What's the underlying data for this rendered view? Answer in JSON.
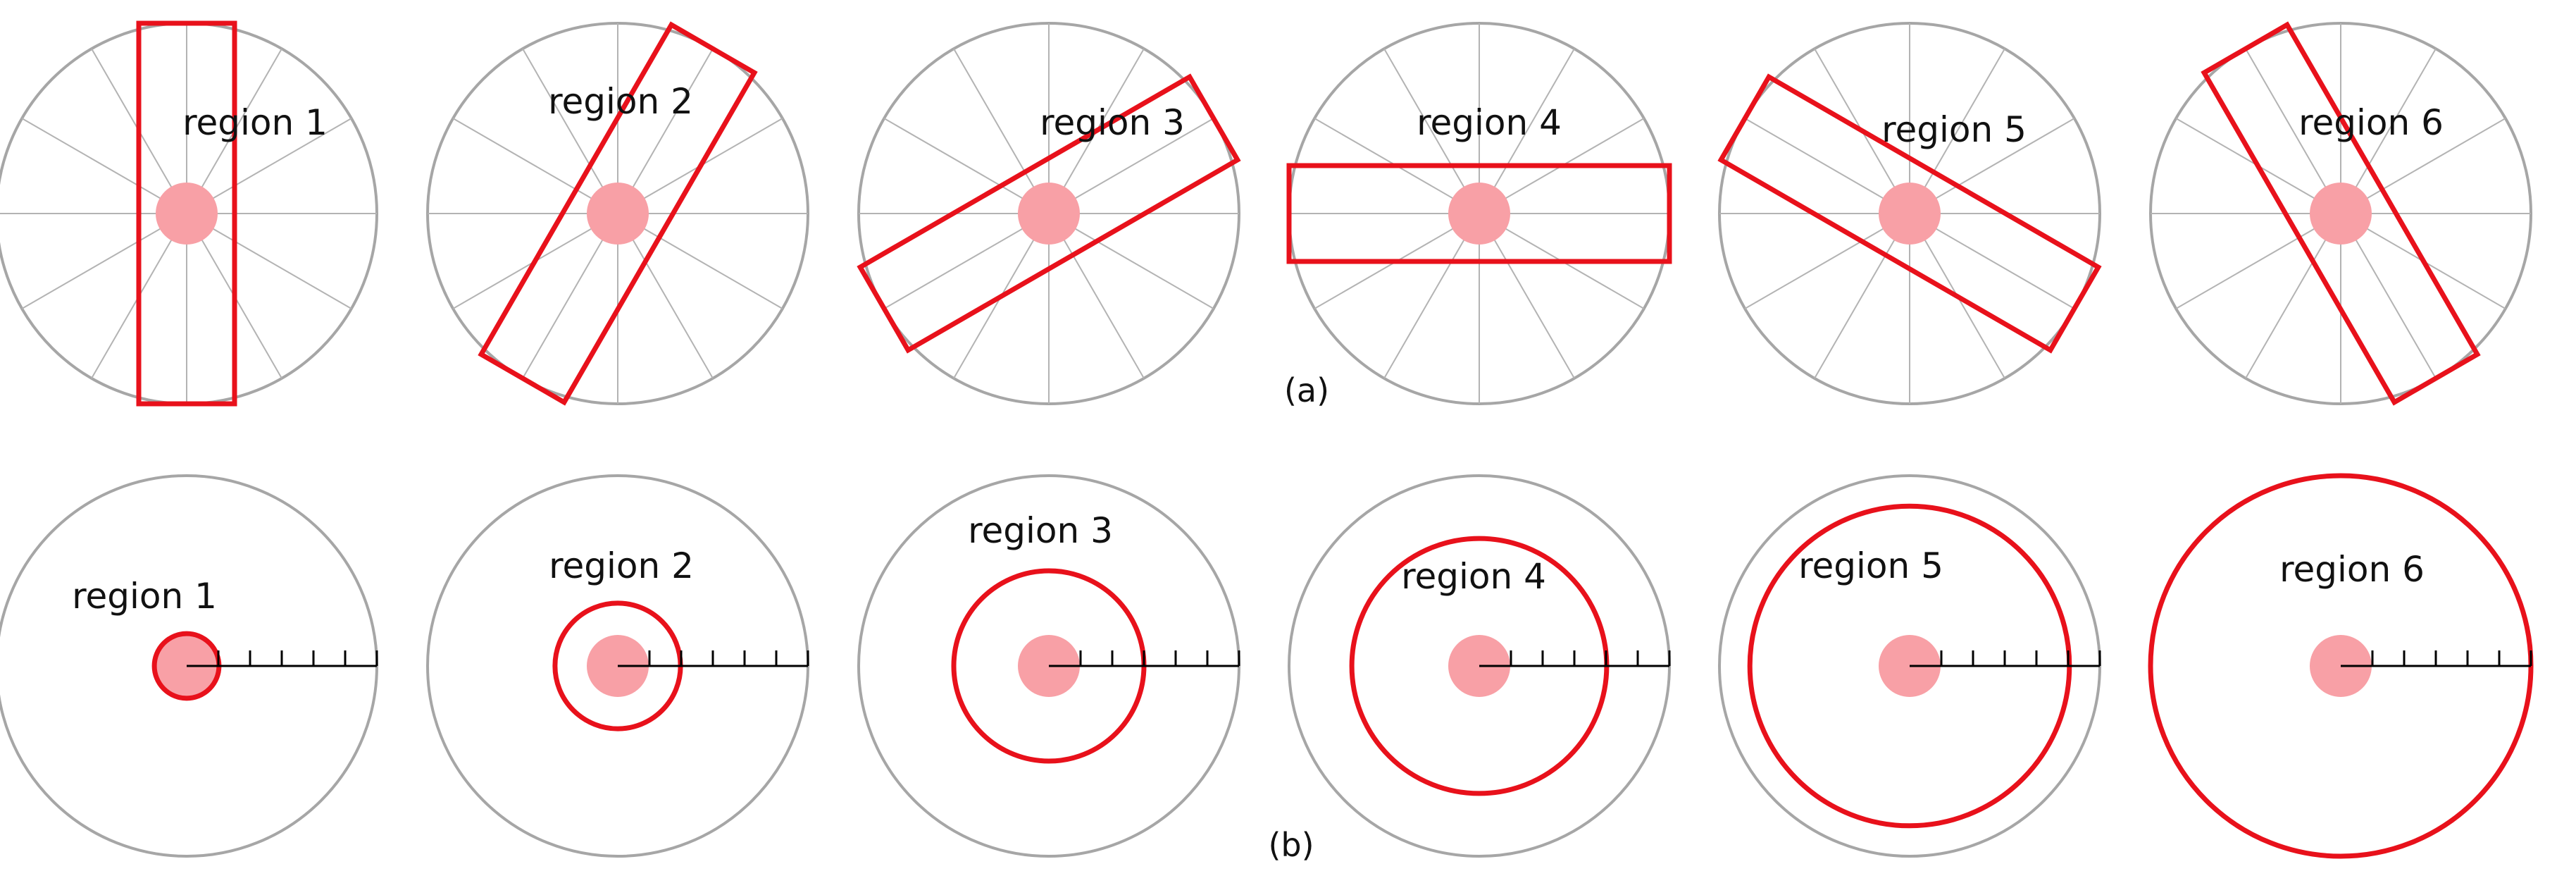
{
  "colors": {
    "outline": "#a6a6a6",
    "spoke": "#b3b3b3",
    "region": "#e8111b",
    "center": "#f8a0a6",
    "tick": "#000000",
    "text": "#111111"
  },
  "row_a": {
    "caption": "(a)",
    "panels": [
      {
        "label": "region 1",
        "angle_deg": 90
      },
      {
        "label": "region 2",
        "angle_deg": 60
      },
      {
        "label": "region 3",
        "angle_deg": 30
      },
      {
        "label": "region 4",
        "angle_deg": 0
      },
      {
        "label": "region 5",
        "angle_deg": -30
      },
      {
        "label": "region 6",
        "angle_deg": -60
      }
    ]
  },
  "row_b": {
    "caption": "(b)",
    "panels": [
      {
        "label": "region 1",
        "ring_fraction": 0.17,
        "filled": true
      },
      {
        "label": "region 2",
        "ring_fraction": 0.33,
        "filled": false
      },
      {
        "label": "region 3",
        "ring_fraction": 0.5,
        "filled": false
      },
      {
        "label": "region 4",
        "ring_fraction": 0.67,
        "filled": false
      },
      {
        "label": "region 5",
        "ring_fraction": 0.84,
        "filled": false
      },
      {
        "label": "region 6",
        "ring_fraction": 1.0,
        "filled": false
      }
    ]
  }
}
